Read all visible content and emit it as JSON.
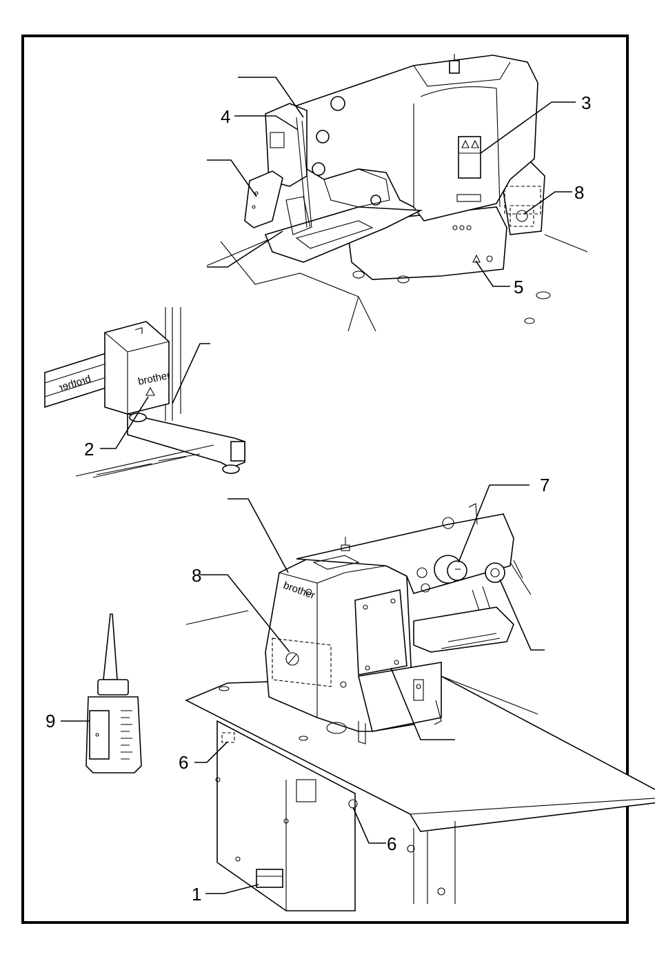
{
  "callouts": {
    "c1": "1",
    "c2": "2",
    "c3": "3",
    "c4": "4",
    "c5": "5",
    "c6a": "6",
    "c6b": "6",
    "c7": "7",
    "c8a": "8",
    "c8b": "8",
    "c9": "9"
  },
  "brand": {
    "controller": "brother",
    "head": "brother",
    "rail": "brother"
  }
}
